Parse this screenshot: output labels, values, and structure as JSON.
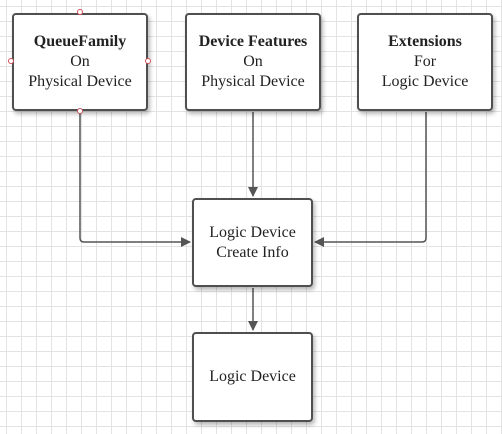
{
  "nodes": {
    "queue_family": {
      "line1": "QueueFamily",
      "line2": "On",
      "line3": "Physical Device"
    },
    "device_features": {
      "line1": "Device Features",
      "line2": "On",
      "line3": "Physical Device"
    },
    "extensions": {
      "line1": "Extensions",
      "line2": "For",
      "line3": "Logic Device"
    },
    "create_info": {
      "line1": "Logic Device",
      "line2": "Create Info"
    },
    "logic_device": {
      "line1": "Logic Device"
    }
  },
  "colors": {
    "grid": "#e3e3e3",
    "border": "#4f4f4f",
    "connector": "#555555",
    "selection_handle": "#d0525b"
  }
}
